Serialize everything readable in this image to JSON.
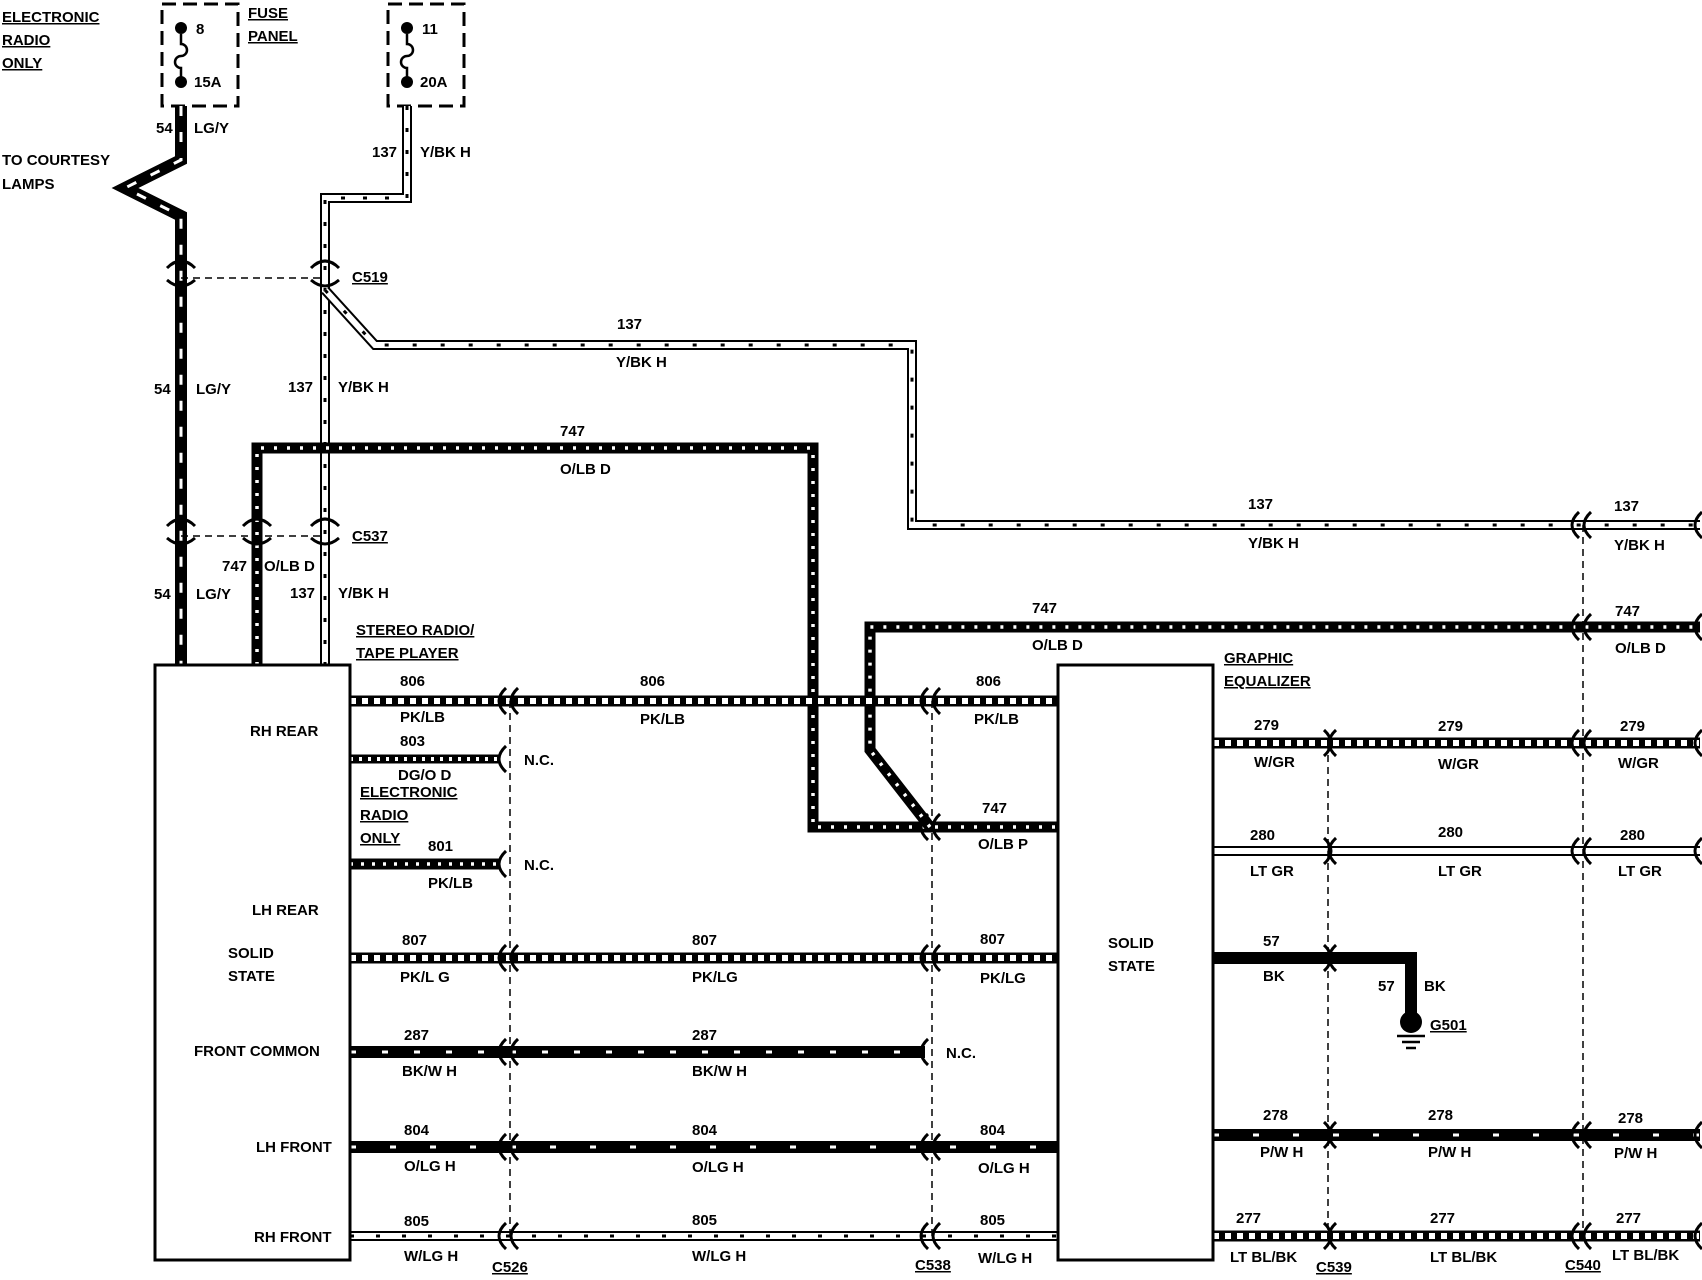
{
  "labels": {
    "electronic_radio_only_1": "ELECTRONIC",
    "electronic_radio_only_2": "RADIO",
    "electronic_radio_only_3": "ONLY",
    "fuse_panel_1": "FUSE",
    "fuse_panel_2": "PANEL",
    "fuse_a_num": "8",
    "fuse_a_amp": "15A",
    "fuse_b_num": "11",
    "fuse_b_amp": "20A",
    "courtesy_1": "TO COURTESY",
    "courtesy_2": "LAMPS",
    "c519": "C519",
    "c537": "C537",
    "c526": "C526",
    "c538": "C538",
    "c539": "C539",
    "c540": "C540",
    "g501": "G501",
    "stereo_1": "STEREO RADIO/",
    "stereo_2": "TAPE PLAYER",
    "elec2_1": "ELECTRONIC",
    "elec2_2": "RADIO",
    "elec2_3": "ONLY",
    "graphic_1": "GRAPHIC",
    "graphic_2": "EQUALIZER",
    "rh_rear": "RH  REAR",
    "lh_rear": "LH REAR",
    "solid_1": "SOLID",
    "solid_2": "STATE",
    "front_common": "FRONT  COMMON",
    "lh_front": "LH  FRONT",
    "rh_front": "RH  FRONT",
    "eq_solid_1": "SOLID",
    "eq_solid_2": "STATE",
    "nc": "N.C."
  },
  "wires": {
    "w54": {
      "num": "54",
      "color": "LG/Y"
    },
    "w137": {
      "num": "137",
      "color": "Y/BK H"
    },
    "w747": {
      "num": "747",
      "color": "O/LB D"
    },
    "w747p": {
      "num": "747",
      "color": "O/LB P"
    },
    "w806": {
      "num": "806",
      "color": "PK/LB"
    },
    "w803": {
      "num": "803",
      "color": "DG/O D"
    },
    "w801": {
      "num": "801",
      "color": "PK/LB"
    },
    "w807": {
      "num": "807",
      "color": "PK/LG"
    },
    "w807a": {
      "num": "807",
      "color": "PK/L G"
    },
    "w287": {
      "num": "287",
      "color": "BK/W H"
    },
    "w804": {
      "num": "804",
      "color": "O/LG H"
    },
    "w805": {
      "num": "805",
      "color": "W/LG H"
    },
    "w279": {
      "num": "279",
      "color": "W/GR"
    },
    "w280": {
      "num": "280",
      "color": "LT GR"
    },
    "w57": {
      "num": "57",
      "color": "BK"
    },
    "w278": {
      "num": "278",
      "color": "P/W H"
    },
    "w277": {
      "num": "277",
      "color": "LT BL/BK"
    }
  }
}
